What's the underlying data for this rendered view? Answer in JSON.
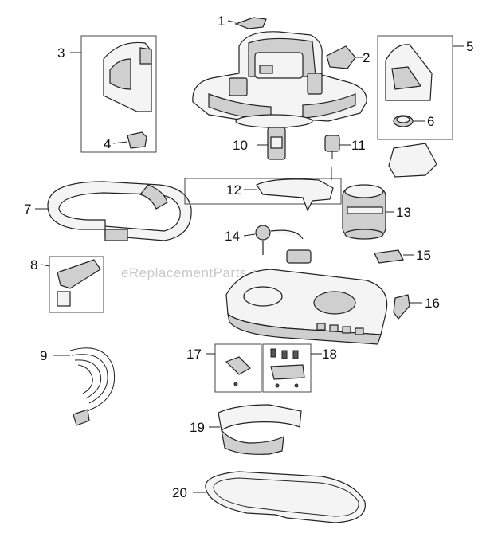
{
  "watermark": "eReplacementParts.com",
  "callouts": {
    "c1": "1",
    "c2": "2",
    "c3": "3",
    "c4": "4",
    "c5": "5",
    "c6": "6",
    "c7": "7",
    "c8": "8",
    "c9": "9",
    "c10": "10",
    "c11": "11",
    "c12": "12",
    "c13": "13",
    "c14": "14",
    "c15": "15",
    "c16": "16",
    "c17": "17",
    "c18": "18",
    "c19": "19",
    "c20": "20"
  },
  "colors": {
    "ink": "#222222",
    "fill": "#f4f4f4",
    "shade": "#cfcfcf",
    "dark": "#555555",
    "watermark": "#c8c8c8"
  }
}
